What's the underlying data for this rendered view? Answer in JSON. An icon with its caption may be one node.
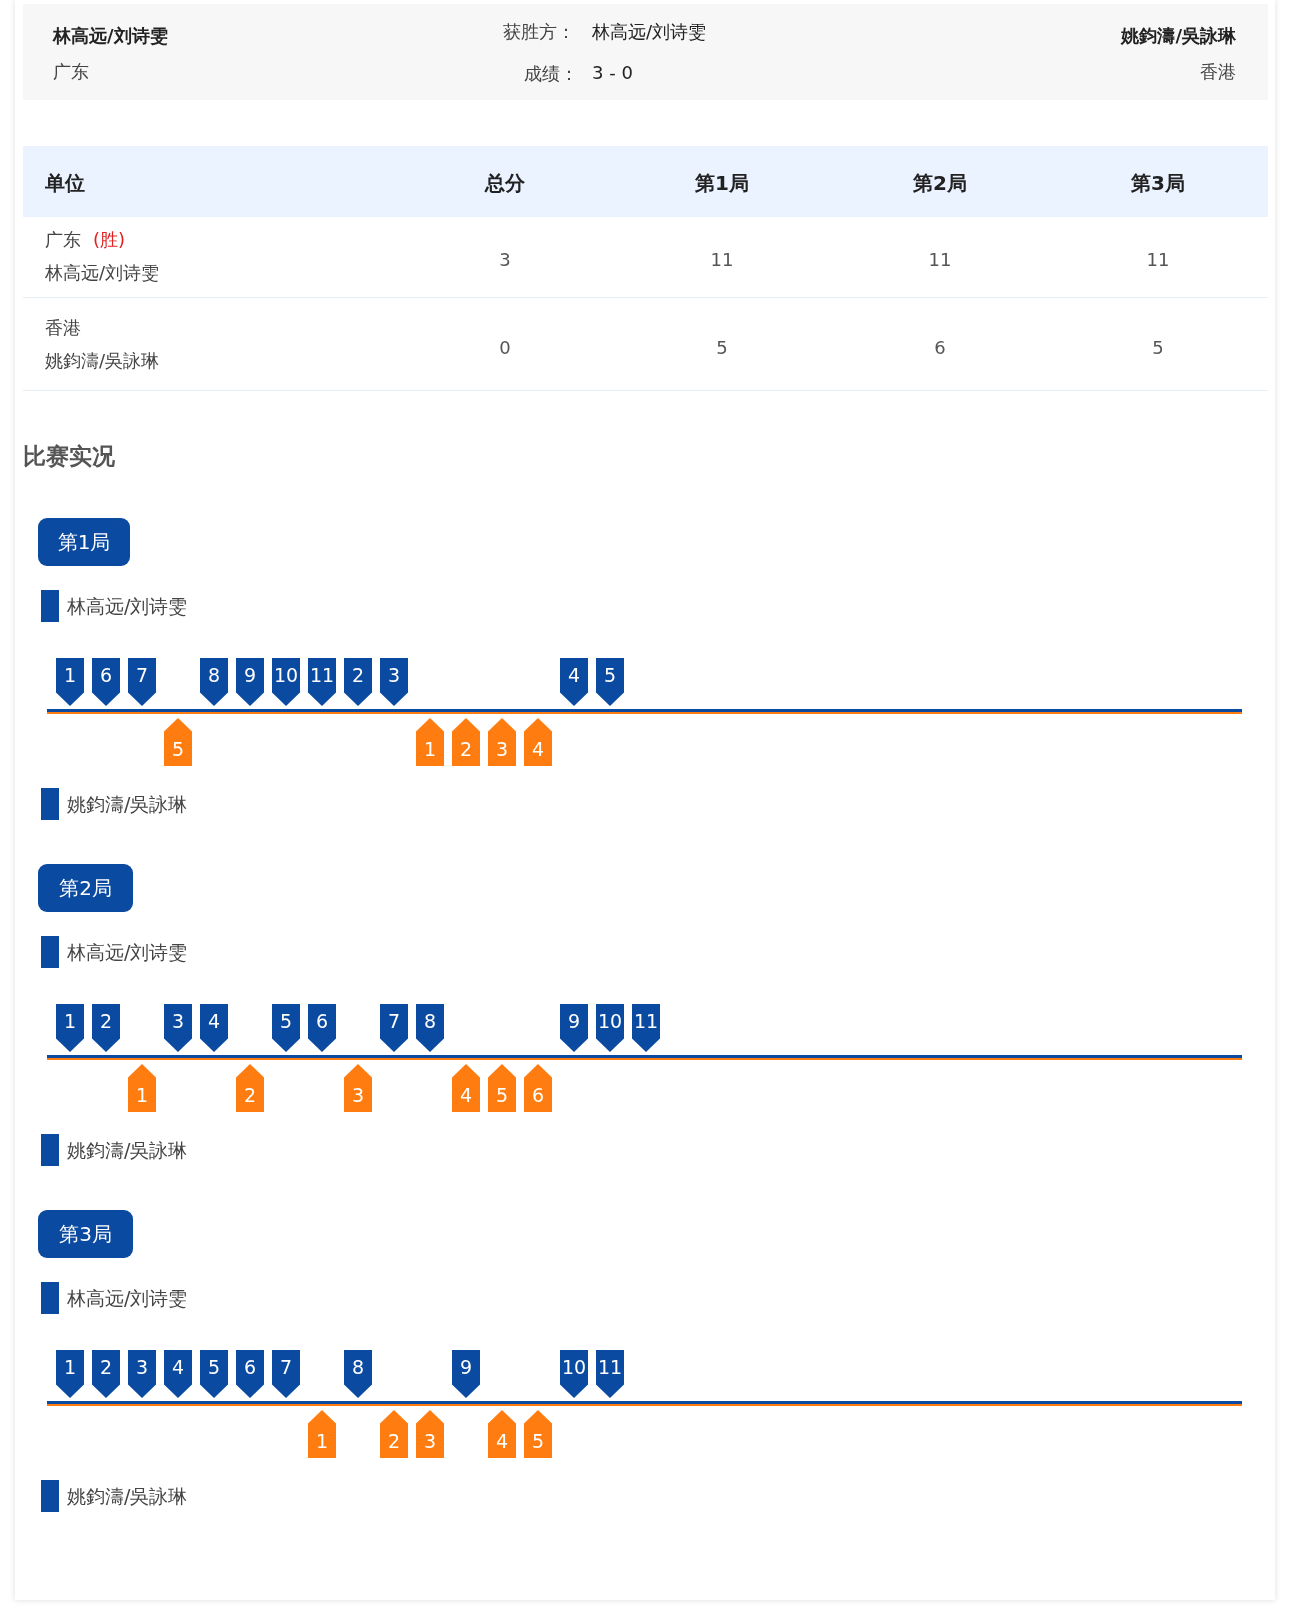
{
  "diagram": {
    "nodes": [
      {
        "text": [
          "第1局"
        ]
      },
      {
        "text": [
          "1"
        ]
      },
      {
        "text": [
          "6"
        ]
      },
      {
        "text": [
          "7"
        ]
      },
      {
        "text": [
          "5"
        ]
      },
      {
        "text": [
          "8"
        ]
      },
      {
        "text": [
          "9"
        ]
      },
      {
        "text": [
          "10"
        ]
      },
      {
        "text": [
          "11"
        ]
      },
      {
        "text": [
          "2"
        ]
      },
      {
        "text": [
          "3"
        ]
      },
      {
        "text": [
          "1"
        ]
      },
      {
        "text": [
          "2"
        ]
      },
      {
        "text": [
          "3"
        ]
      },
      {
        "text": [
          "4"
        ]
      },
      {
        "text": [
          "4"
        ]
      },
      {
        "text": [
          "5"
        ]
      },
      {
        "text": [
          "第2局"
        ]
      },
      {
        "text": [
          "1"
        ]
      },
      {
        "text": [
          "2"
        ]
      },
      {
        "text": [
          "1"
        ]
      },
      {
        "text": [
          "3"
        ]
      },
      {
        "text": [
          "4"
        ]
      },
      {
        "text": [
          "2"
        ]
      },
      {
        "text": [
          "5"
        ]
      },
      {
        "text": [
          "6"
        ]
      },
      {
        "text": [
          "3"
        ]
      },
      {
        "text": [
          "7"
        ]
      },
      {
        "text": [
          "8"
        ]
      },
      {
        "text": [
          "4"
        ]
      },
      {
        "text": [
          "5"
        ]
      },
      {
        "text": [
          "6"
        ]
      },
      {
        "text": [
          "9"
        ]
      },
      {
        "text": [
          "10"
        ]
      },
      {
        "text": [
          "11"
        ]
      },
      {
        "text": [
          "第3局"
        ]
      },
      {
        "text": [
          "1"
        ]
      },
      {
        "text": [
          "2"
        ]
      },
      {
        "text": [
          "3"
        ]
      },
      {
        "text": [
          "4"
        ]
      },
      {
        "text": [
          "5"
        ]
      },
      {
        "text": [
          "6"
        ]
      },
      {
        "text": [
          "7"
        ]
      },
      {
        "text": [
          "1"
        ]
      },
      {
        "text": [
          "8"
        ]
      },
      {
        "text": [
          "2"
        ]
      },
      {
        "text": [
          "3"
        ]
      },
      {
        "text": [
          "9"
        ]
      },
      {
        "text": [
          "4"
        ]
      },
      {
        "text": [
          "5"
        ]
      },
      {
        "text": [
          "10"
        ]
      },
      {
        "text": [
          "11"
        ]
      }
    ],
    "labels": [
      "林高远/刘诗雯",
      "广东",
      "获胜方：",
      "林高远/刘诗雯",
      "成绩：",
      "3 - 0",
      "姚鈞濤/吳詠琳",
      "香港",
      "单位",
      "总分",
      "第1局",
      "第2局",
      "第3局",
      "广东",
      "(胜)",
      "林高远/刘诗雯",
      "3",
      "11",
      "11",
      "11",
      "香港",
      "姚鈞濤/吳詠琳",
      "0",
      "5",
      "6",
      "5",
      "比赛实况",
      "林高远/刘诗雯",
      "姚鈞濤/吳詠琳",
      "林高远/刘诗雯",
      "姚鈞濤/吳詠琳",
      "林高远/刘诗雯",
      "姚鈞濤/吳詠琳"
    ]
  }
}
